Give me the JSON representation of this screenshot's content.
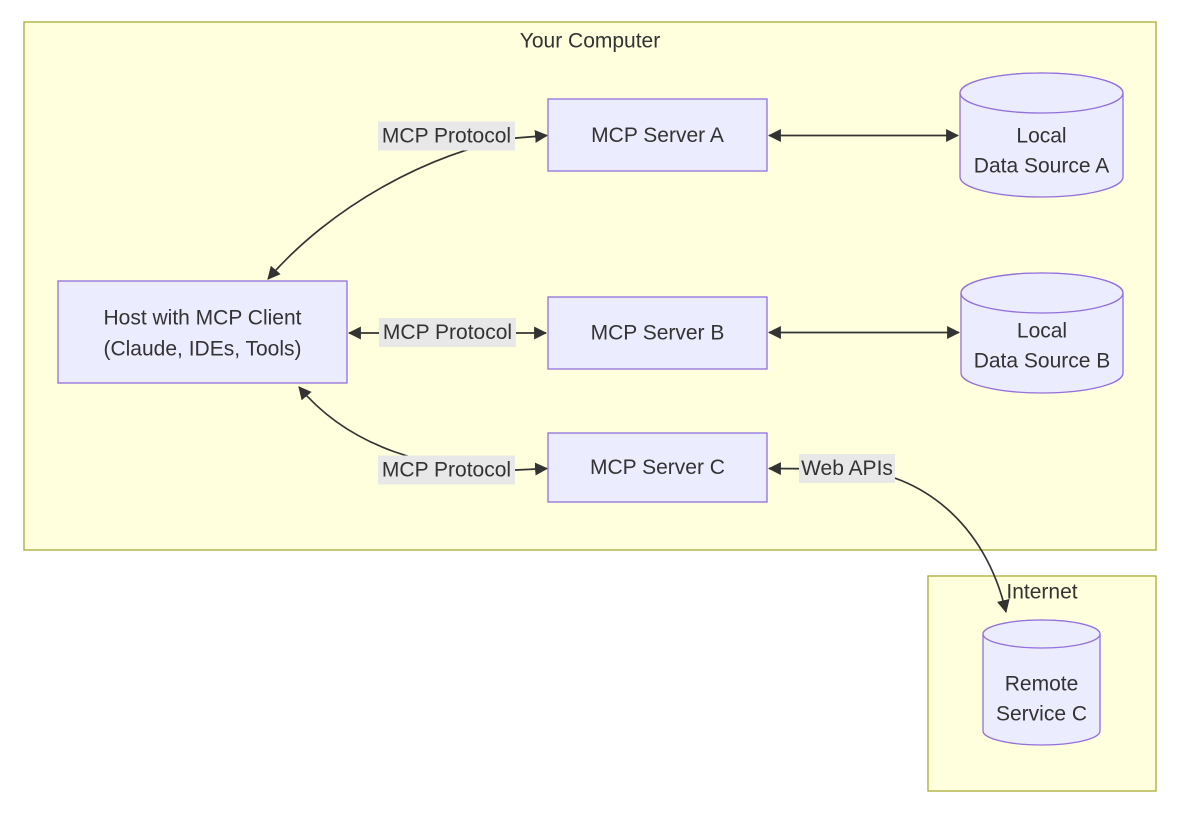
{
  "colors": {
    "container_fill": "#ffffde",
    "container_border": "#aaaa33",
    "node_fill": "#ececff",
    "node_border": "#9370db",
    "edge": "#333333",
    "edge_label_bg": "#e8e8e8",
    "text": "#333333"
  },
  "containers": {
    "your_computer": {
      "label": "Your Computer"
    },
    "internet": {
      "label": "Internet"
    }
  },
  "nodes": {
    "host": {
      "line1": "Host with MCP Client",
      "line2": "(Claude, IDEs, Tools)"
    },
    "server_a": {
      "label": "MCP Server A"
    },
    "server_b": {
      "label": "MCP Server B"
    },
    "server_c": {
      "label": "MCP Server C"
    },
    "data_source_a": {
      "line1": "Local",
      "line2": "Data Source A"
    },
    "data_source_b": {
      "line1": "Local",
      "line2": "Data Source B"
    },
    "remote_service_c": {
      "line1": "Remote",
      "line2": "Service C"
    }
  },
  "edges": {
    "host_server_a": {
      "label": "MCP Protocol"
    },
    "host_server_b": {
      "label": "MCP Protocol"
    },
    "host_server_c": {
      "label": "MCP Protocol"
    },
    "server_c_remote": {
      "label": "Web APIs"
    }
  }
}
